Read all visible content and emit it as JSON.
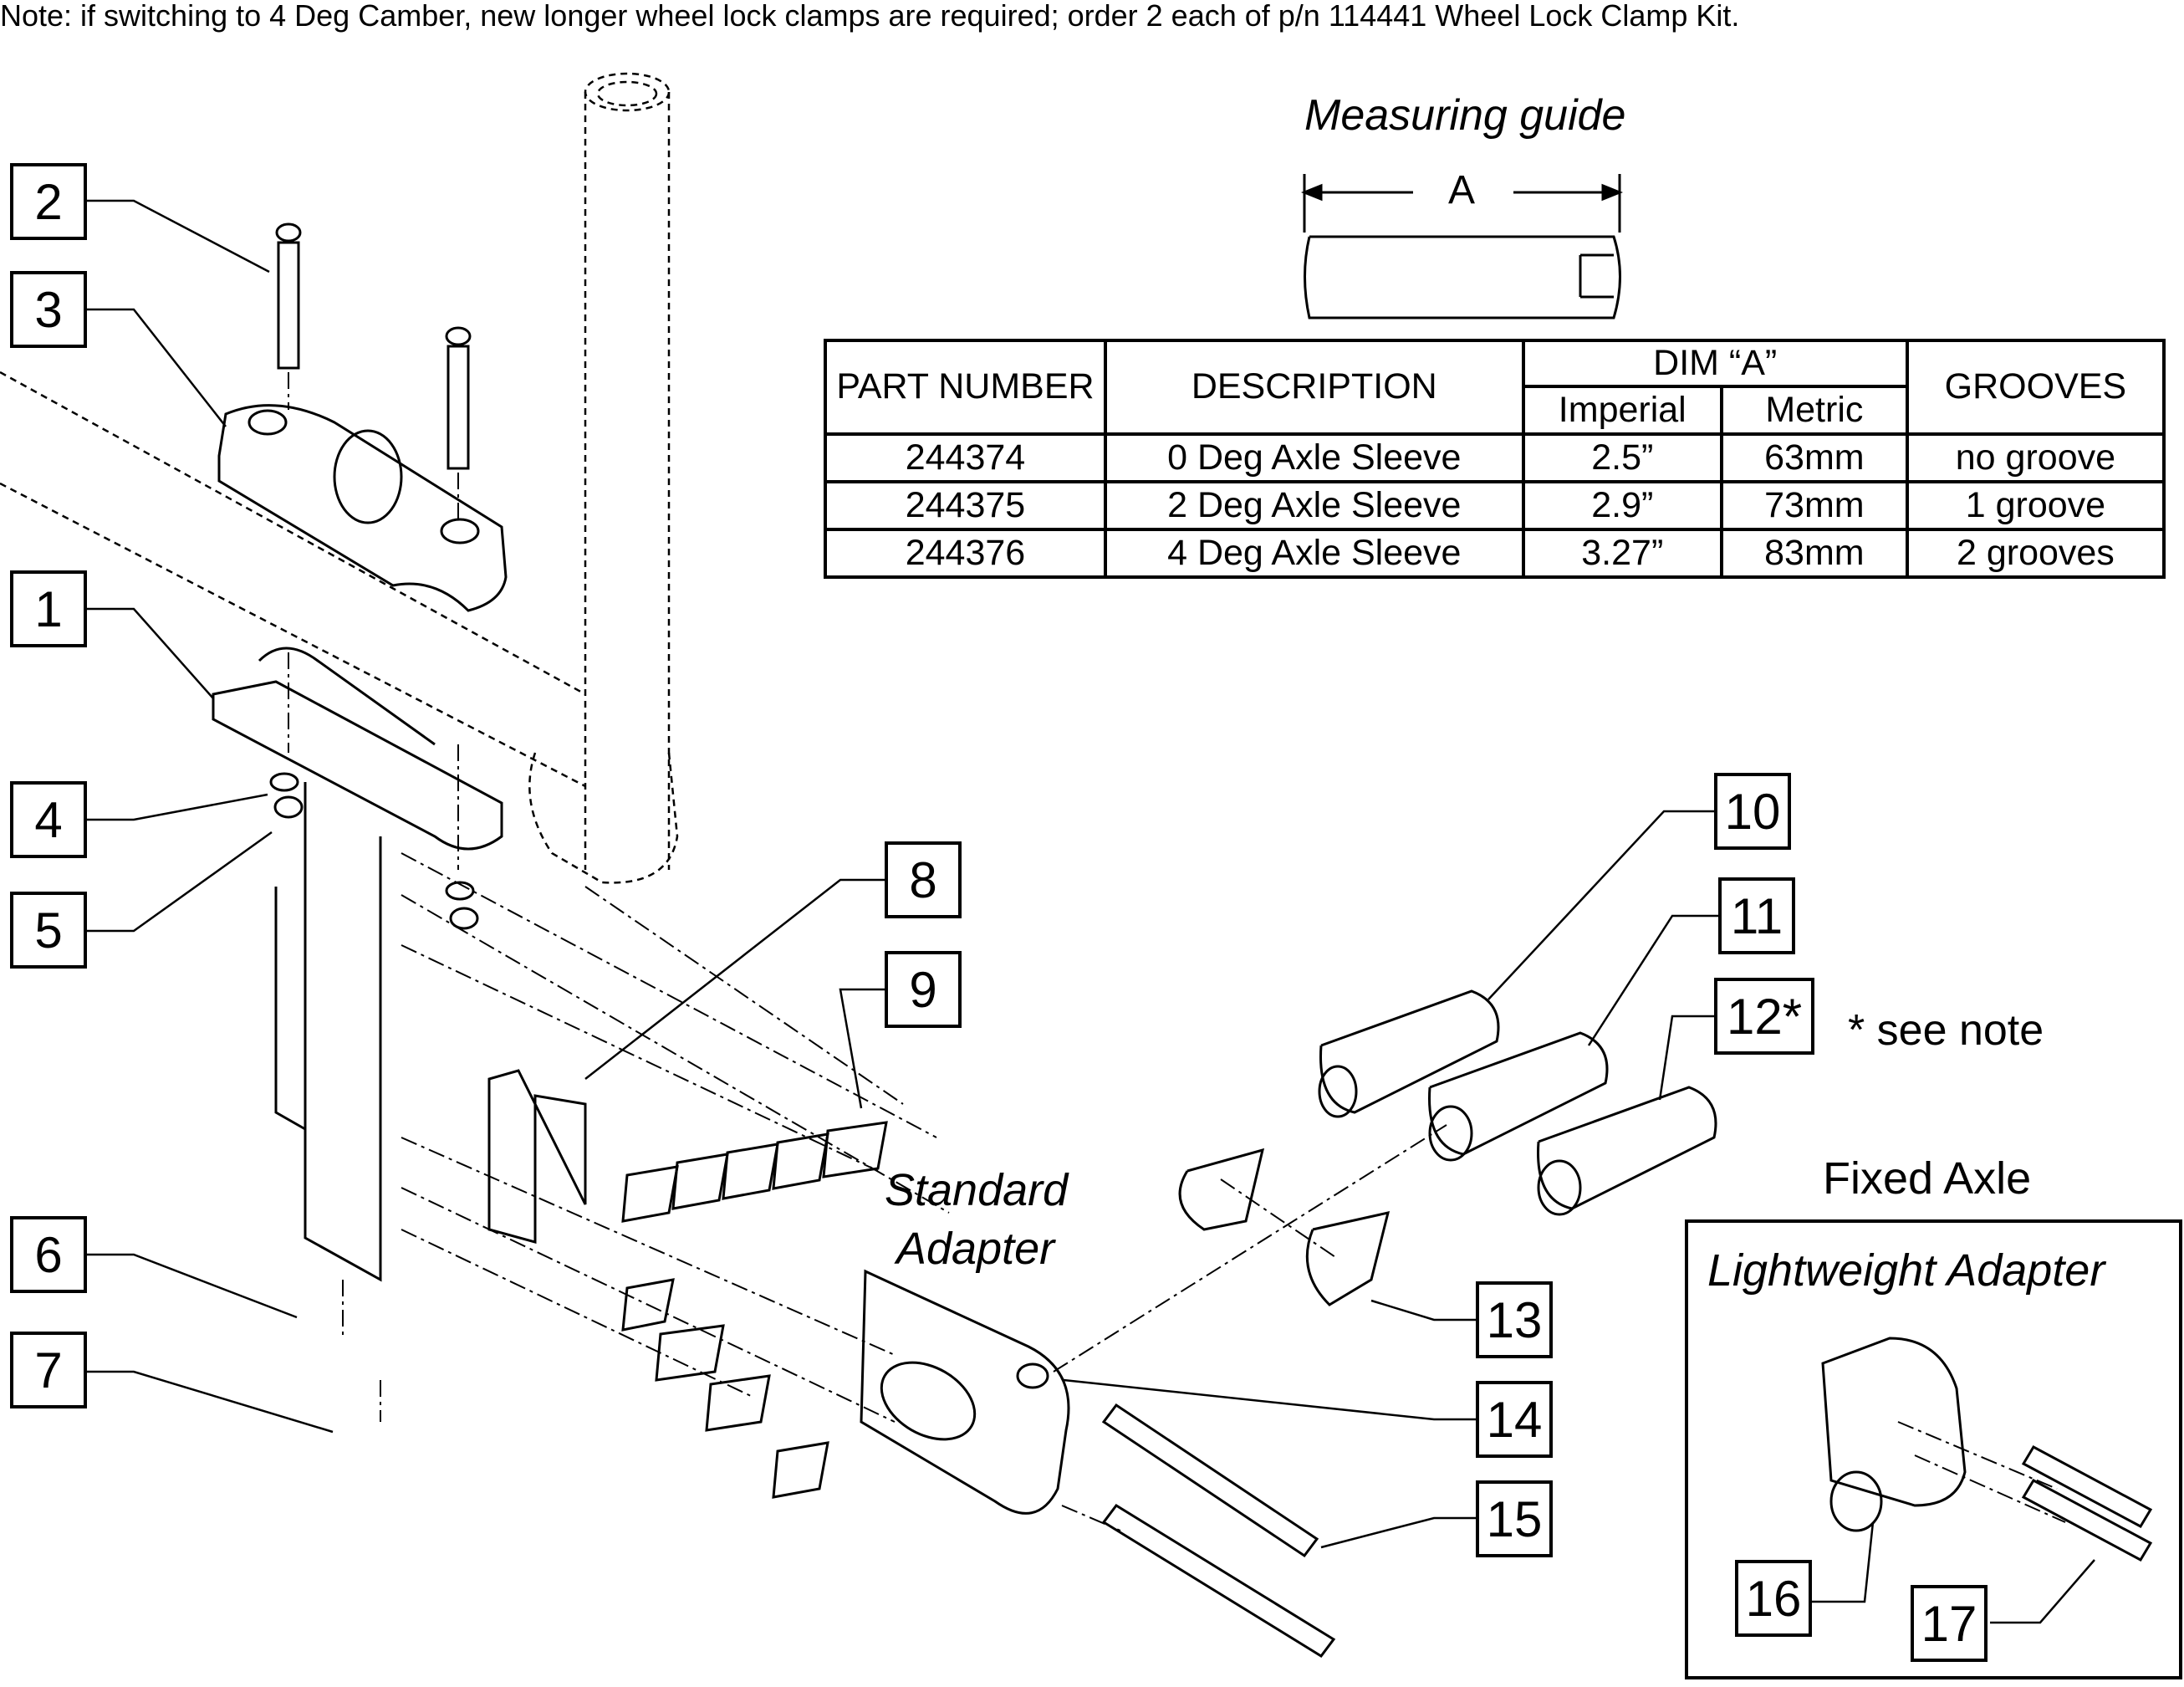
{
  "note": "Note: if switching to 4 Deg Camber, new longer wheel lock clamps are required; order 2 each of p/n 114441 Wheel Lock Clamp Kit.",
  "measuring_guide": {
    "title": "Measuring guide",
    "dim_label": "A"
  },
  "table": {
    "headers": {
      "part_number": "PART NUMBER",
      "description": "DESCRIPTION",
      "dim": "DIM “A”",
      "imperial": "Imperial",
      "metric": "Metric",
      "grooves": "GROOVES"
    },
    "rows": [
      {
        "part": "244374",
        "desc": "0 Deg Axle Sleeve",
        "imperial": "2.5”",
        "metric": "63mm",
        "grooves": "no groove"
      },
      {
        "part": "244375",
        "desc": "2 Deg Axle Sleeve",
        "imperial": "2.9”",
        "metric": "73mm",
        "grooves": "1 groove"
      },
      {
        "part": "244376",
        "desc": "4 Deg Axle Sleeve",
        "imperial": "3.27”",
        "metric": "83mm",
        "grooves": "2 grooves"
      }
    ]
  },
  "callouts": [
    "1",
    "2",
    "3",
    "4",
    "5",
    "6",
    "7",
    "8",
    "9",
    "10",
    "11",
    "12*",
    "13",
    "14",
    "15",
    "16",
    "17"
  ],
  "labels": {
    "standard_adapter_1": "Standard",
    "standard_adapter_2": "Adapter",
    "see_note": "* see note",
    "fixed_axle": "Fixed Axle",
    "lightweight_adapter": "Lightweight Adapter"
  }
}
